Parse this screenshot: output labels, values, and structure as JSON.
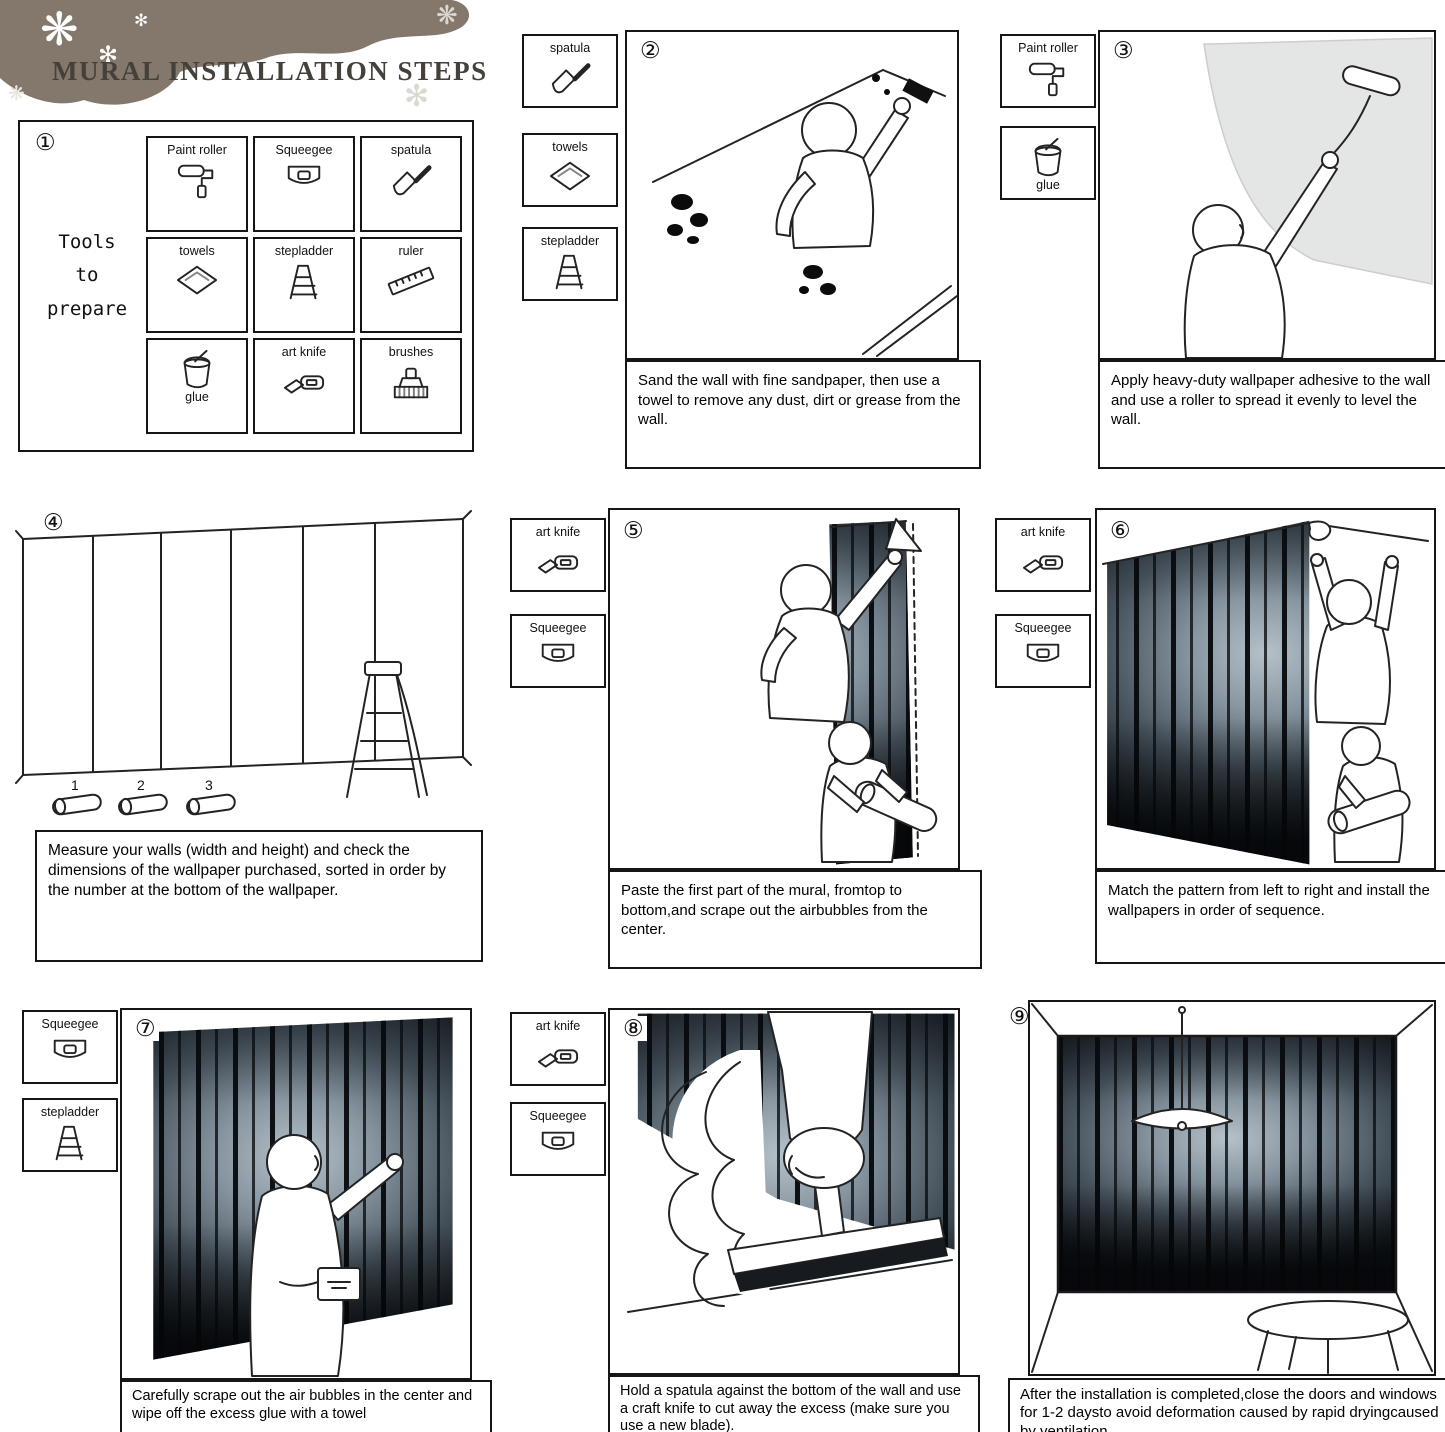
{
  "header": {
    "title": "MURAL INSTALLATION STEPS"
  },
  "icons": {
    "flower_a": "❋",
    "flower_b": "✻"
  },
  "colors": {
    "banner": "#83786b",
    "ink": "#161616"
  },
  "panel1": {
    "number": "①",
    "title_line1": "Tools",
    "title_line2": "to",
    "title_line3": "prepare",
    "tools": [
      "Paint roller",
      "Squeegee",
      "spatula",
      "towels",
      "stepladder",
      "ruler",
      "glue",
      "art knife",
      "brushes"
    ]
  },
  "panel2": {
    "number": "②",
    "tools": [
      "spatula",
      "towels",
      "stepladder"
    ],
    "caption": "Sand the wall with fine sandpaper, then use a towel to remove any dust, dirt or grease from the wall."
  },
  "panel3": {
    "number": "③",
    "tools": [
      "Paint roller",
      "glue"
    ],
    "caption": "Apply heavy-duty wallpaper adhesive to the wall and use a roller to spread it evenly to level the wall."
  },
  "panel4": {
    "number": "④",
    "roll_labels": [
      "1",
      "2",
      "3"
    ],
    "caption": "Measure your walls (width and height) and check the dimensions of the wallpaper purchased, sorted in order by the number at the bottom of the wallpaper."
  },
  "panel5": {
    "number": "⑤",
    "tools": [
      "art knife",
      "Squeegee"
    ],
    "caption": "Paste the first part of the mural, fromtop to bottom,and scrape out the airbubbles from the center."
  },
  "panel6": {
    "number": "⑥",
    "tools": [
      "art knife",
      "Squeegee"
    ],
    "caption": "Match the pattern from left to right and install the wallpapers in order of sequence."
  },
  "panel7": {
    "number": "⑦",
    "tools": [
      "Squeegee",
      "stepladder"
    ],
    "caption": "Carefully scrape out the air bubbles in the center and wipe off the excess glue with a towel"
  },
  "panel8": {
    "number": "⑧",
    "tools": [
      "art knife",
      "Squeegee"
    ],
    "caption": "Hold a spatula against the bottom of the wall and use a craft knife to cut away the excess (make sure you use a new blade)."
  },
  "panel9": {
    "number": "⑨",
    "caption": "After the installation is completed,close the doors and windows for 1-2 daysto avoid deformation caused by rapid dryingcaused by ventilation."
  }
}
